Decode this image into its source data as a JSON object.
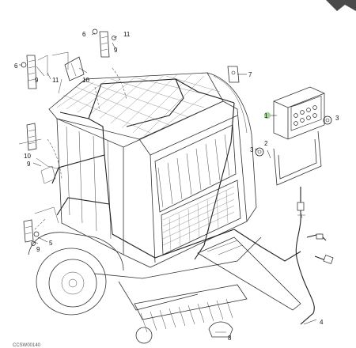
{
  "diagram": {
    "callouts": {
      "c1": "1",
      "c2": "2",
      "c3a": "3",
      "c3b": "3",
      "c4": "4",
      "c5": "5",
      "c6a": "6",
      "c6b": "6",
      "c7": "7",
      "c8": "8",
      "c9a": "9",
      "c9b": "9",
      "c9c": "9",
      "c9d": "9",
      "c10a": "10",
      "c10b": "10",
      "c11a": "11",
      "c11b": "11"
    },
    "footer_code": "CCSW00140"
  },
  "colors": {
    "line": "#333333",
    "highlight": "#a9d39a",
    "corner_arrow": "#4a4a4a"
  }
}
